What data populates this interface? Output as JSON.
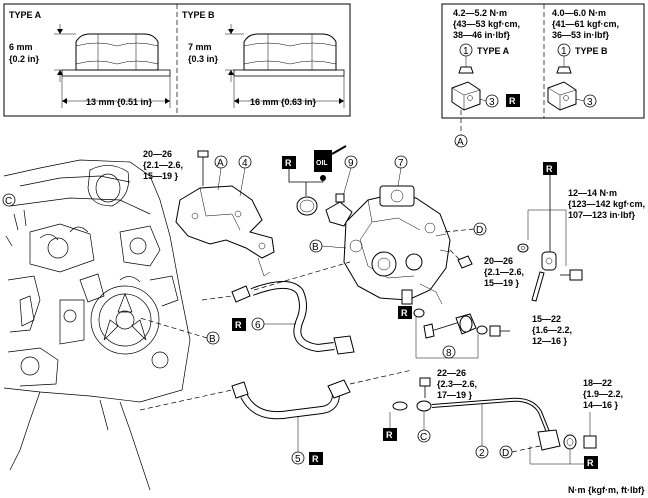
{
  "nut_types": {
    "type_a": {
      "label": "TYPE A",
      "height": "6 mm",
      "height_in": "{0.2 in}",
      "width": "13 mm {0.51 in}"
    },
    "type_b": {
      "label": "TYPE B",
      "height": "7 mm",
      "height_in": "{0.3 in}",
      "width": "16 mm {0.63 in}"
    }
  },
  "torque_insets": {
    "a": {
      "line1": "4.2—5.2 N·m",
      "line2": "{43—53 kgf·cm,",
      "line3": "38—46 in·lbf}",
      "callout": "1",
      "type": "TYPE A",
      "callout2": "3",
      "ref": "A"
    },
    "b": {
      "line1": "4.0—6.0 N·m",
      "line2": "{41—61 kgf·cm,",
      "line3": "36—53 in·lbf}",
      "callout": "1",
      "type": "TYPE B",
      "callout2": "3"
    }
  },
  "torques": {
    "bracket_bolt": {
      "line1": "20—26",
      "line2": "{2.1—2.6,",
      "line3": "15—19 }"
    },
    "pump_nut": {
      "line1": "20—26",
      "line2": "{2.1—2.6,",
      "line3": "15—19 }"
    },
    "upper_right": {
      "line1": "12—14 N·m",
      "line2": "{123—142 kgf·cm,",
      "line3": "107—123 in·lbf}"
    },
    "mid_right": {
      "line1": "15—22",
      "line2": "{1.6—2.2,",
      "line3": "12—16 }"
    },
    "pipe_bolt": {
      "line1": "22—26",
      "line2": "{2.3—2.6,",
      "line3": "17—19 }"
    },
    "lower_right": {
      "line1": "18—22",
      "line2": "{1.9—2.2,",
      "line3": "14—16 }"
    }
  },
  "replace_mark": "R",
  "oil_label": "OIL",
  "callouts": {
    "n2": "2",
    "n4": "4",
    "n5": "5",
    "n6": "6",
    "n7": "7",
    "n8": "8",
    "n9": "9"
  },
  "refs": {
    "A": "A",
    "B": "B",
    "C": "C",
    "D": "D"
  },
  "units_note": "N·m {kgf·m, ft·lbf}"
}
